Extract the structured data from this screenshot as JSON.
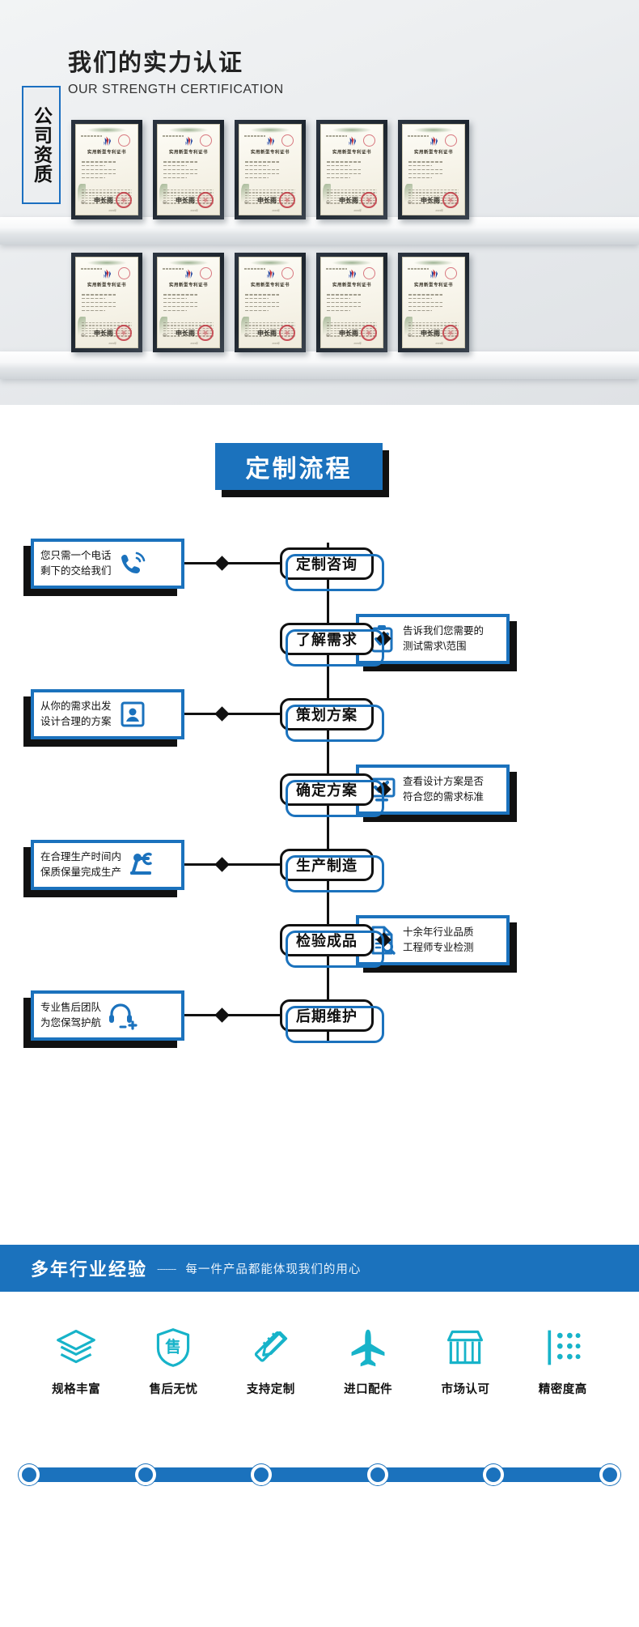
{
  "certification": {
    "title_cn": "我们的实力认证",
    "title_en": "OUR STRENGTH CERTIFICATION",
    "badge_label": "公司资质",
    "certificate_title": "实用新型专利证书",
    "certificate_signature": "申长雨",
    "certificate_sign_label": "局长",
    "certificate_date": "2019年",
    "rows": [
      {
        "frames": [
          "cert-1",
          "cert-2",
          "cert-3",
          "cert-4",
          "cert-5"
        ]
      },
      {
        "frames": [
          "cert-6",
          "cert-7",
          "cert-8",
          "cert-9",
          "cert-10"
        ]
      }
    ]
  },
  "flow": {
    "title": "定制流程",
    "steps": [
      {
        "node": "定制咨询",
        "side": "left",
        "icon": "phone-ring-icon",
        "line1": "您只需一个电话",
        "line2": "剩下的交给我们"
      },
      {
        "node": "了解需求",
        "side": "right",
        "icon": "clipboard-check-icon",
        "line1": "告诉我们您需要的",
        "line2": "测试需求\\范围"
      },
      {
        "node": "策划方案",
        "side": "left",
        "icon": "document-user-icon",
        "line1": "从你的需求出发",
        "line2": "设计合理的方案"
      },
      {
        "node": "确定方案",
        "side": "right",
        "icon": "monitor-check-icon",
        "line1": "查看设计方案是否",
        "line2": "符合您的需求标准"
      },
      {
        "node": "生产制造",
        "side": "left",
        "icon": "robot-arm-icon",
        "line1": "在合理生产时间内",
        "line2": "保质保量完成生产"
      },
      {
        "node": "检验成品",
        "side": "right",
        "icon": "document-search-icon",
        "line1": "十余年行业品质",
        "line2": "工程师专业检测"
      },
      {
        "node": "后期维护",
        "side": "left",
        "icon": "headset-support-icon",
        "line1": "专业售后团队",
        "line2": "为您保驾护航"
      }
    ]
  },
  "footer": {
    "banner_main": "多年行业经验",
    "banner_dash": "-------",
    "banner_sub": "每一件产品都能体现我们的用心",
    "features": [
      {
        "icon": "layers-icon",
        "label": "规格丰富"
      },
      {
        "icon": "shield-sale-icon",
        "label": "售后无忧"
      },
      {
        "icon": "ruler-pencil-icon",
        "label": "支持定制"
      },
      {
        "icon": "airplane-icon",
        "label": "进口配件"
      },
      {
        "icon": "storefront-icon",
        "label": "市场认可"
      },
      {
        "icon": "precision-dots-icon",
        "label": "精密度高"
      }
    ],
    "rail_dots": 6
  },
  "colors": {
    "brand_blue": "#1b72bd",
    "ink": "#111111",
    "paper": "#f6f3e8",
    "frame": "#26303a",
    "stamp_red": "#c0303c"
  }
}
